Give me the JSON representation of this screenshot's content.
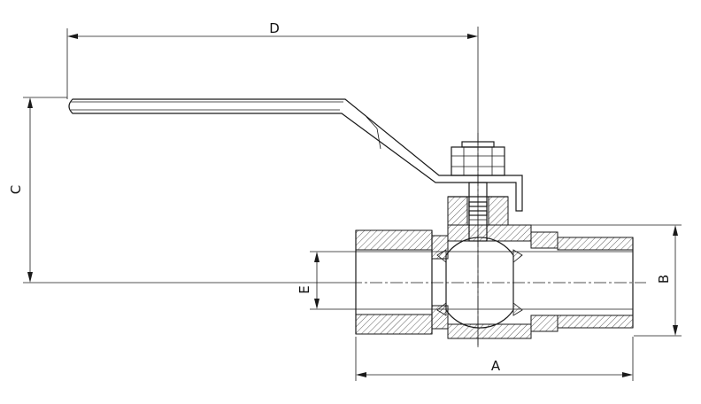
{
  "drawing": {
    "dimension_labels": {
      "a": "A",
      "b": "B",
      "c": "C",
      "d": "D",
      "e": "E"
    }
  }
}
